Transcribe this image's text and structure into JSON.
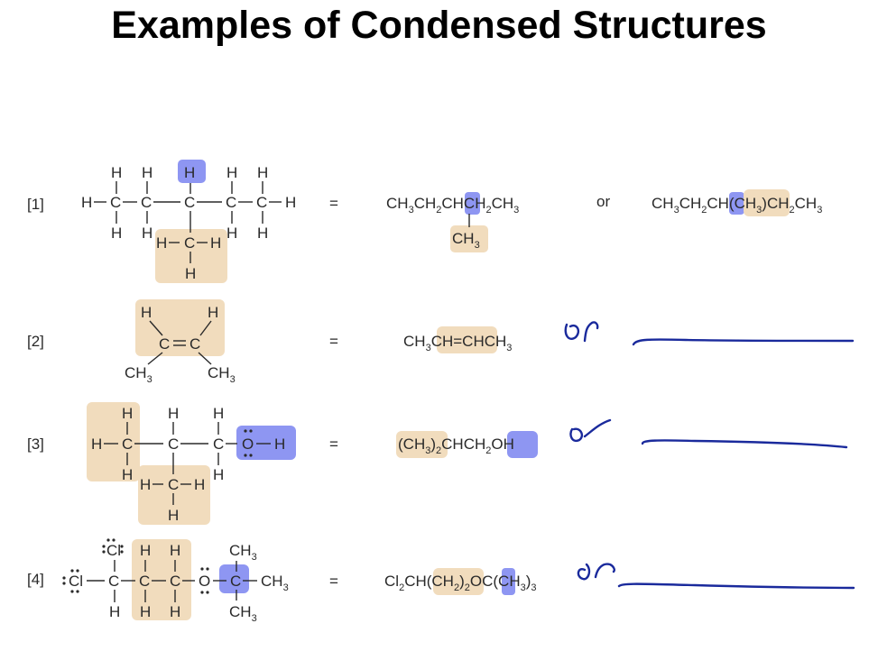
{
  "title": "Examples of Condensed Structures",
  "equals": "=",
  "or_word": "or",
  "colors": {
    "highlight_tan": "#f1dcbd",
    "highlight_blue": "#8e96f2",
    "handwriting": "#1a2a9c"
  },
  "examples": [
    {
      "label": "[1]",
      "condensed": "CH3CH2CHCH2CH3 / CH3",
      "alternate": "CH3CH2CH(CH3)CH2CH3"
    },
    {
      "label": "[2]",
      "condensed": "CH3CH=CHCH3",
      "handwritten_note": "or"
    },
    {
      "label": "[3]",
      "condensed": "(CH3)2CHCH2OH",
      "handwritten_note": "or"
    },
    {
      "label": "[4]",
      "condensed": "Cl2CH(CH2)2OC(CH3)3",
      "handwritten_note": "or"
    }
  ]
}
